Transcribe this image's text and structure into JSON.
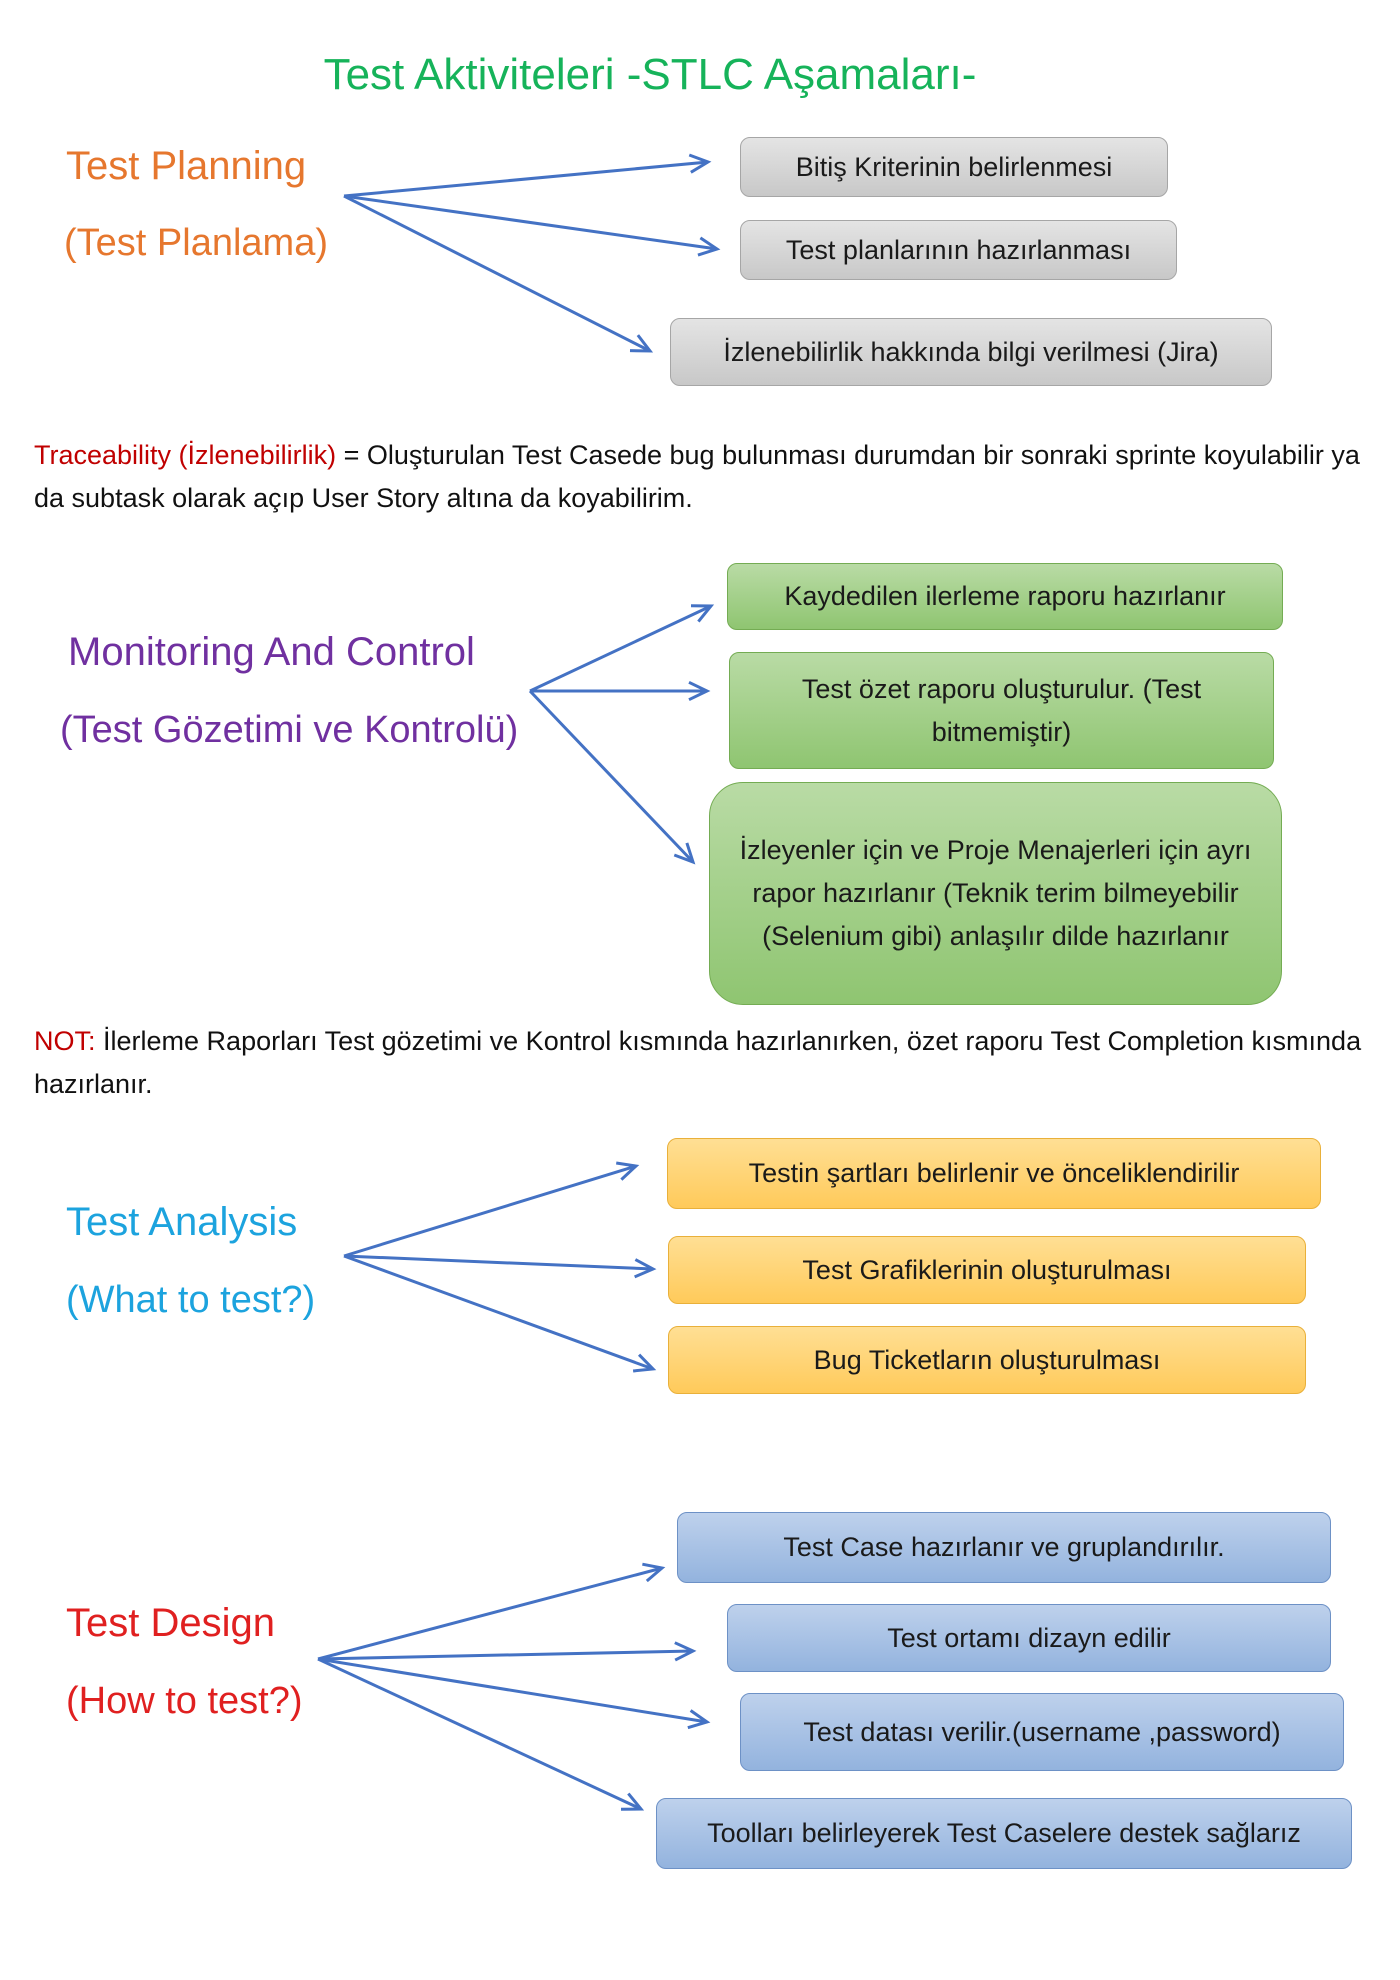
{
  "title": "Test Aktiviteleri -STLC Aşamaları-",
  "colors": {
    "title": "#16b35a",
    "planning": "#e6772e",
    "monitoring": "#7030a0",
    "analysis": "#1ca3de",
    "design": "#e02020",
    "note_label": "#c00000",
    "arrow": "#4472c4"
  },
  "sections": {
    "planning": {
      "heading": "Test Planning",
      "subheading": "(Test  Planlama)",
      "items": [
        "Bitiş Kriterinin belirlenmesi",
        "Test planlarının hazırlanması",
        "İzlenebilirlik hakkında bilgi verilmesi (Jira)"
      ]
    },
    "monitoring": {
      "heading": "Monitoring And Control",
      "subheading": "(Test Gözetimi ve Kontrolü)",
      "items": [
        "Kaydedilen ilerleme raporu hazırlanır",
        "Test özet raporu oluşturulur. (Test bitmemiştir)",
        "İzleyenler için ve Proje Menajerleri için ayrı rapor hazırlanır (Teknik terim bilmeyebilir (Selenium gibi) anlaşılır dilde hazırlanır"
      ]
    },
    "analysis": {
      "heading": "Test Analysis",
      "subheading": "(What to test?)",
      "items": [
        "Testin şartları belirlenir ve önceliklendirilir",
        "Test Grafiklerinin oluşturulması",
        "Bug Ticketların oluşturulması"
      ]
    },
    "design": {
      "heading": "Test Design",
      "subheading": "(How to test?)",
      "items": [
        "Test Case hazırlanır ve gruplandırılır.",
        "Test ortamı dizayn edilir",
        "Test datası verilir.(username ,password)",
        "Toolları belirleyerek Test Caselere destek sağlarız"
      ]
    }
  },
  "traceability_note": {
    "label": "Traceability (İzlenebilirlik)",
    "text": " = Oluşturulan Test Casede  bug bulunması durumdan bir sonraki sprinte koyulabilir ya da subtask olarak açıp User Story altına da koyabilirim."
  },
  "progress_note": {
    "label": "NOT:",
    "text": " İlerleme Raporları Test gözetimi  ve Kontrol kısmında hazırlanırken, özet raporu Test Completion kısmında hazırlanır."
  }
}
